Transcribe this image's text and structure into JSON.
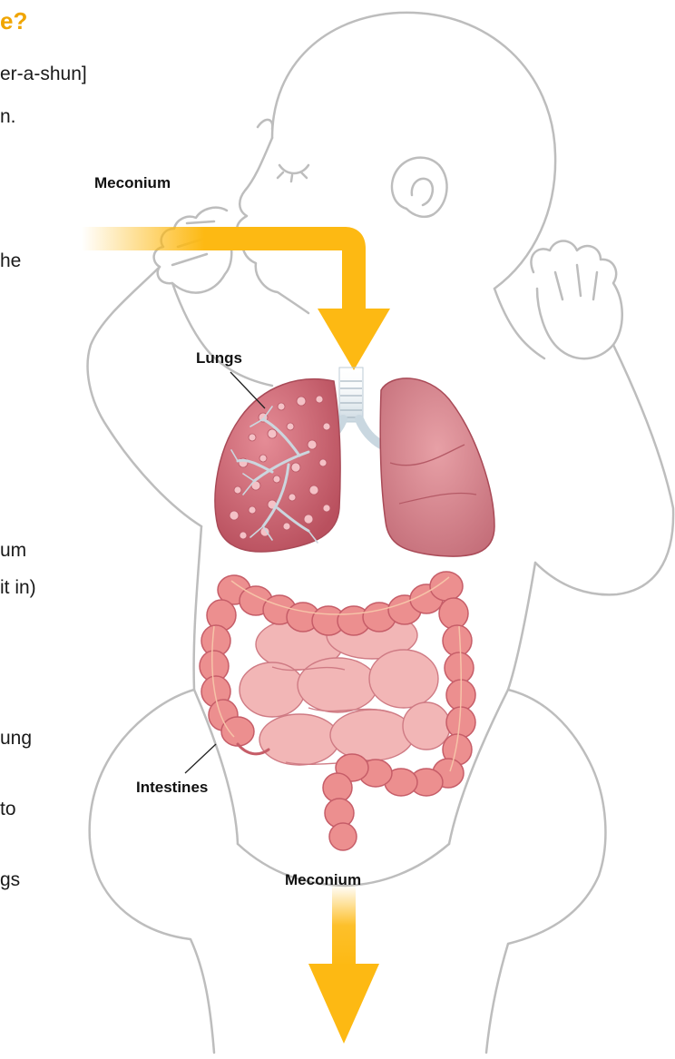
{
  "heading": {
    "text": "e?",
    "color": "#f0a500"
  },
  "body_fragments": [
    "er-a-shun]",
    "n.",
    "he",
    "um",
    "it in)",
    "ung",
    "to",
    "gs"
  ],
  "labels": {
    "meconium_top": "Meconium",
    "lungs": "Lungs",
    "intestines": "Intestines",
    "meconium_bottom": "Meconium"
  },
  "colors": {
    "arrow": "#fdb913",
    "outline": "#bdbdbd",
    "lung": "#d9737f",
    "intestine": "#ec8f8f",
    "small_intestine": "#f2b3b3",
    "trachea": "#c9d7e0"
  }
}
